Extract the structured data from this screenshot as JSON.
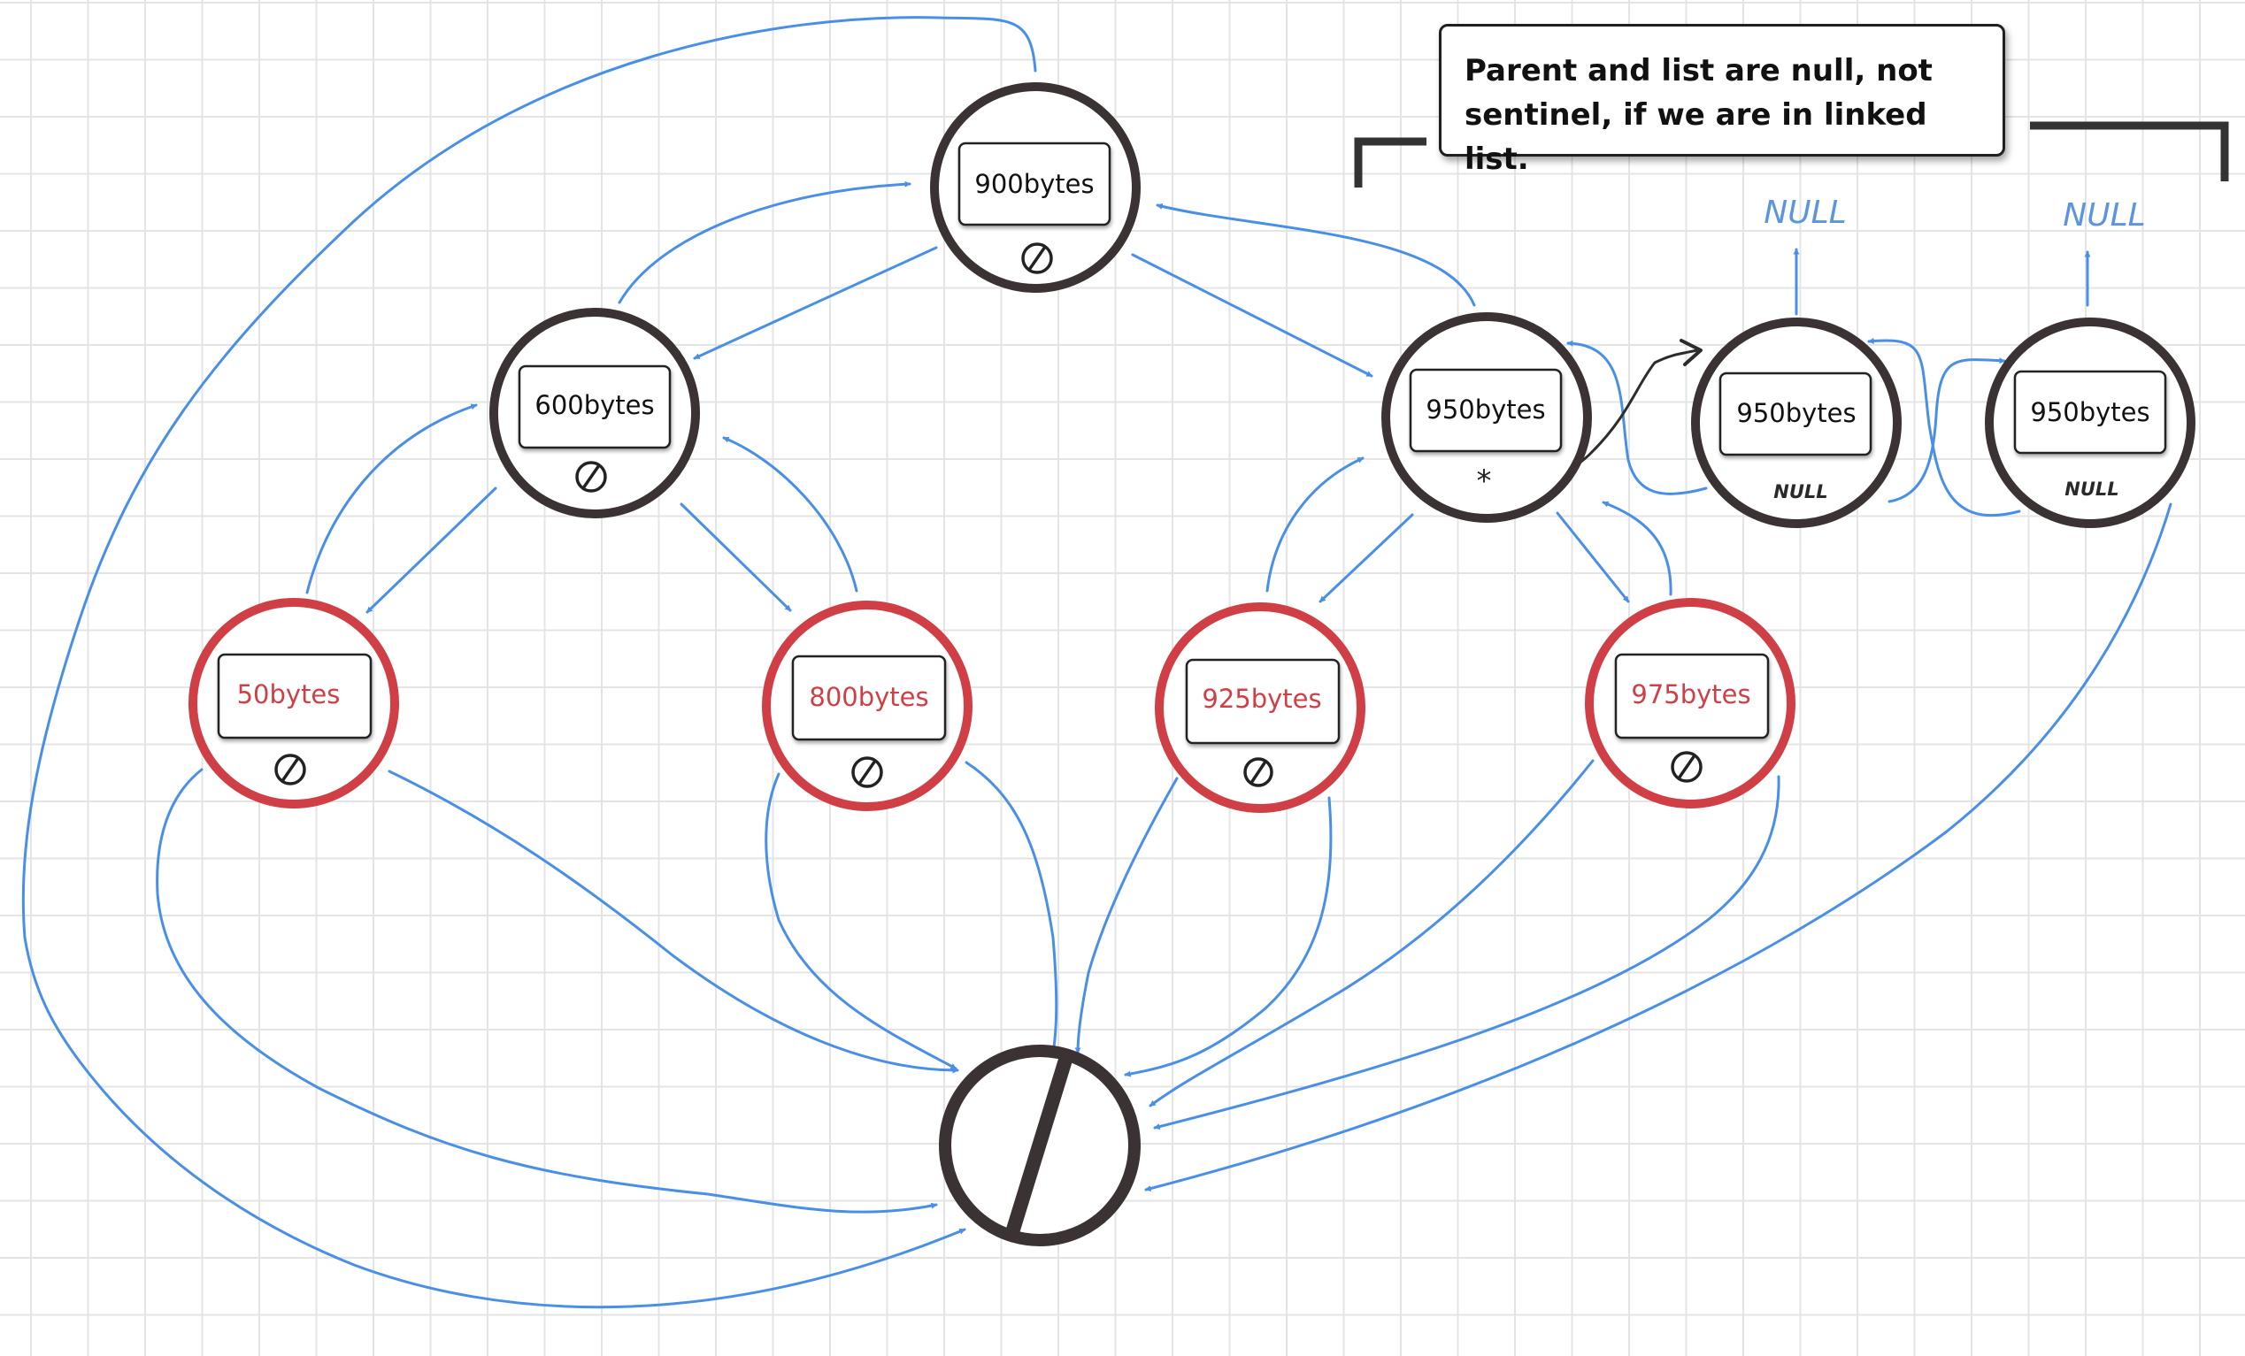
{
  "colors": {
    "arrow": "#4a8fe7",
    "black_node": "#3a3233",
    "red_node": "#cf3f45",
    "red_text": "#cf3f45",
    "annotation_blue": "#5b95de",
    "grid": "#e4e4e4"
  },
  "callout": {
    "text": "Parent and list are null, not sentinel, if we are in linked list."
  },
  "nodes": [
    {
      "id": "n900",
      "label": "900bytes",
      "color": "black",
      "marker": "∅"
    },
    {
      "id": "n600",
      "label": "600bytes",
      "color": "black",
      "marker": "∅"
    },
    {
      "id": "n950a",
      "label": "950bytes",
      "color": "black",
      "marker": "*"
    },
    {
      "id": "n950b",
      "label": "950bytes",
      "color": "black",
      "marker": "NULL"
    },
    {
      "id": "n950c",
      "label": "950bytes",
      "color": "black",
      "marker": "NULL"
    },
    {
      "id": "n50",
      "label": "50bytes",
      "color": "red",
      "marker": "∅"
    },
    {
      "id": "n800",
      "label": "800bytes",
      "color": "red",
      "marker": "∅"
    },
    {
      "id": "n925",
      "label": "925bytes",
      "color": "red",
      "marker": "∅"
    },
    {
      "id": "n975",
      "label": "975bytes",
      "color": "red",
      "marker": "∅"
    }
  ],
  "annotations": {
    "null_above_b": "NULL",
    "null_above_c": "NULL"
  },
  "sentinel": {
    "symbol": "∅"
  }
}
